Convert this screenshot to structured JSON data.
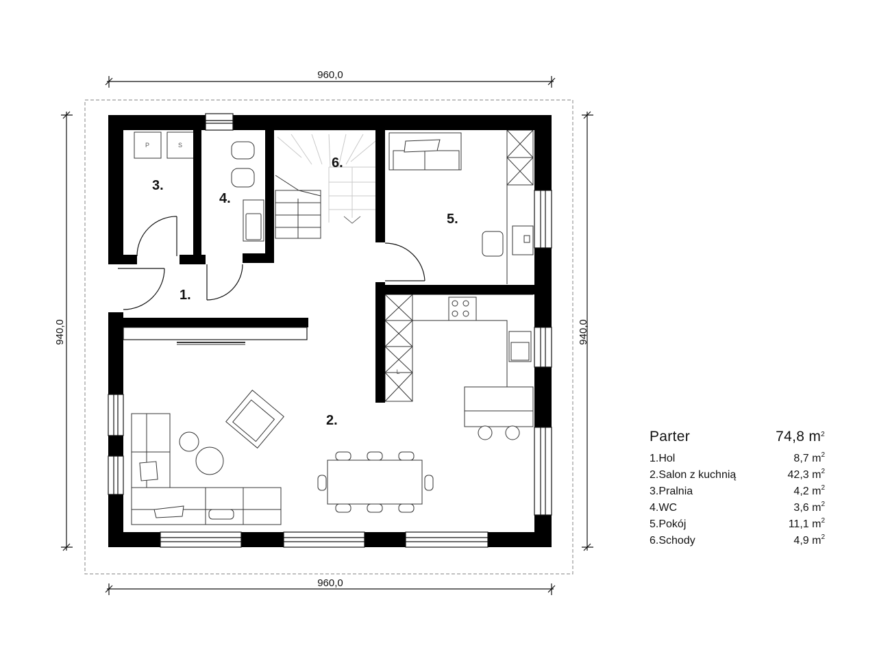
{
  "dimensions": {
    "top": "960,0",
    "bottom": "960,0",
    "left": "940,0",
    "right": "940,0"
  },
  "rooms": [
    {
      "number": "1."
    },
    {
      "number": "2."
    },
    {
      "number": "3."
    },
    {
      "number": "4."
    },
    {
      "number": "5."
    },
    {
      "number": "6."
    }
  ],
  "appliances": {
    "washer": "P",
    "dryer": "S",
    "fridge": "L"
  },
  "legend": {
    "floor_name": "Parter",
    "total_area": "74,8 m",
    "unit_exponent": "2",
    "rows": [
      {
        "name": "1.Hol",
        "area": "8,7 m"
      },
      {
        "name": "2.Salon z kuchnią",
        "area": "42,3 m"
      },
      {
        "name": "3.Pralnia",
        "area": "4,2 m"
      },
      {
        "name": "4.WC",
        "area": "3,6 m"
      },
      {
        "name": "5.Pokój",
        "area": "11,1 m"
      },
      {
        "name": "6.Schody",
        "area": "4,9 m"
      }
    ]
  },
  "colors": {
    "wall": "#000000",
    "line": "#222222",
    "light_line": "#999999",
    "stair_line": "#c8c8c8",
    "furniture_fill": "#ffffff"
  }
}
